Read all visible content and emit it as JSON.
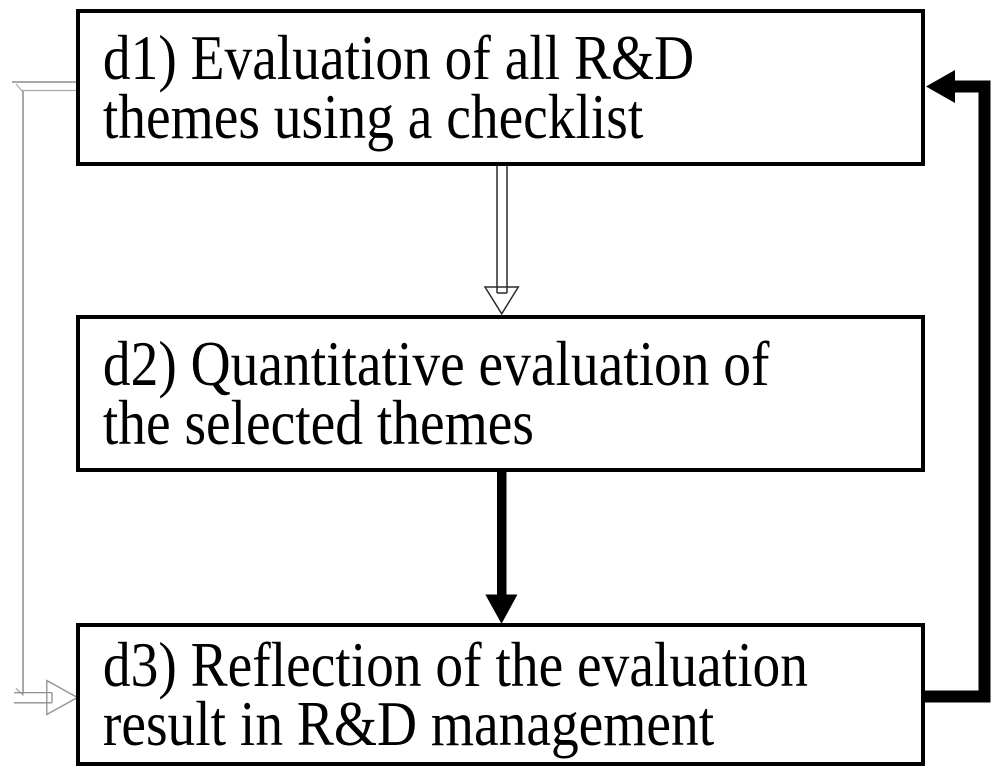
{
  "diagram": {
    "type": "flowchart",
    "background": "#ffffff",
    "boxes": [
      {
        "id": "d1",
        "lines": [
          "d1) Evaluation of all R&D",
          "themes using a checklist"
        ],
        "full_label": "d1) Evaluation of all R&D themes using a checklist"
      },
      {
        "id": "d2",
        "lines": [
          "d2) Quantitative evaluation of",
          "the selected themes"
        ],
        "full_label": "d2) Quantitative evaluation of the selected themes"
      },
      {
        "id": "d3",
        "lines": [
          "d3) Reflection of the evaluation",
          "result in R&D management"
        ],
        "full_label": "d3) Reflection of the evaluation result in R&D management"
      }
    ],
    "arrows": [
      {
        "name": "arrow-d1-to-d2",
        "from": "d1",
        "to": "d2",
        "style": "hollow-outline",
        "direction": "down"
      },
      {
        "name": "arrow-d2-to-d3",
        "from": "d2",
        "to": "d3",
        "style": "solid-filled",
        "direction": "down"
      },
      {
        "name": "arrow-d3-to-d1",
        "from": "d3",
        "to": "d1",
        "style": "thick-solid-elbow",
        "direction": "right-up-left"
      },
      {
        "name": "connector-d1-to-d3",
        "from": "d1",
        "to": "d3",
        "style": "thin-gray-hollow",
        "direction": "left-down-right"
      }
    ],
    "colors": {
      "background": "#ffffff",
      "box_border": "#000000",
      "text": "#000000",
      "black_arrow": "#000000",
      "outline_arrow_stroke": "#2b2b2b",
      "gray_connector": "#a9a9a9",
      "gray_connector_dark": "#8f8f8f"
    }
  }
}
